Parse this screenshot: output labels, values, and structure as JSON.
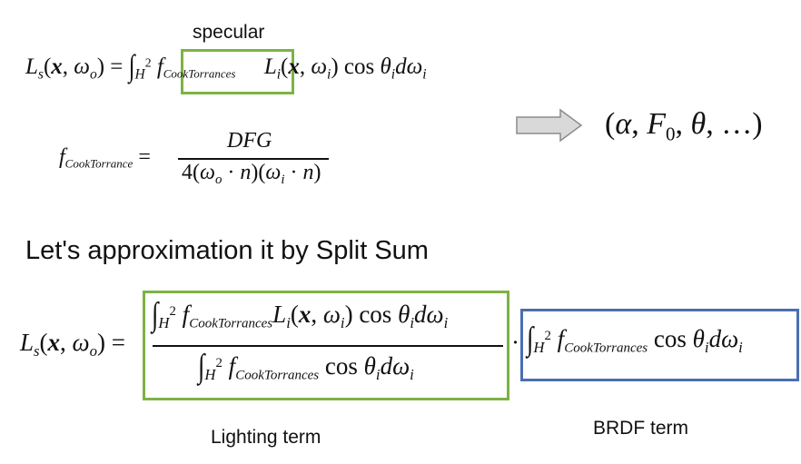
{
  "labels": {
    "specular": "specular",
    "split_sum_heading": "Let's approximation it by Split Sum",
    "lighting_term": "Lighting term",
    "brdf_term": "BRDF term"
  },
  "parameters": "(α, F₀, θ, …)",
  "colors": {
    "green_box": "#7cb342",
    "blue_box": "#4a6eb0",
    "arrow_fill": "#d9d9d9",
    "arrow_stroke": "#8c8c8c"
  },
  "icons": [
    "right-arrow-icon"
  ]
}
